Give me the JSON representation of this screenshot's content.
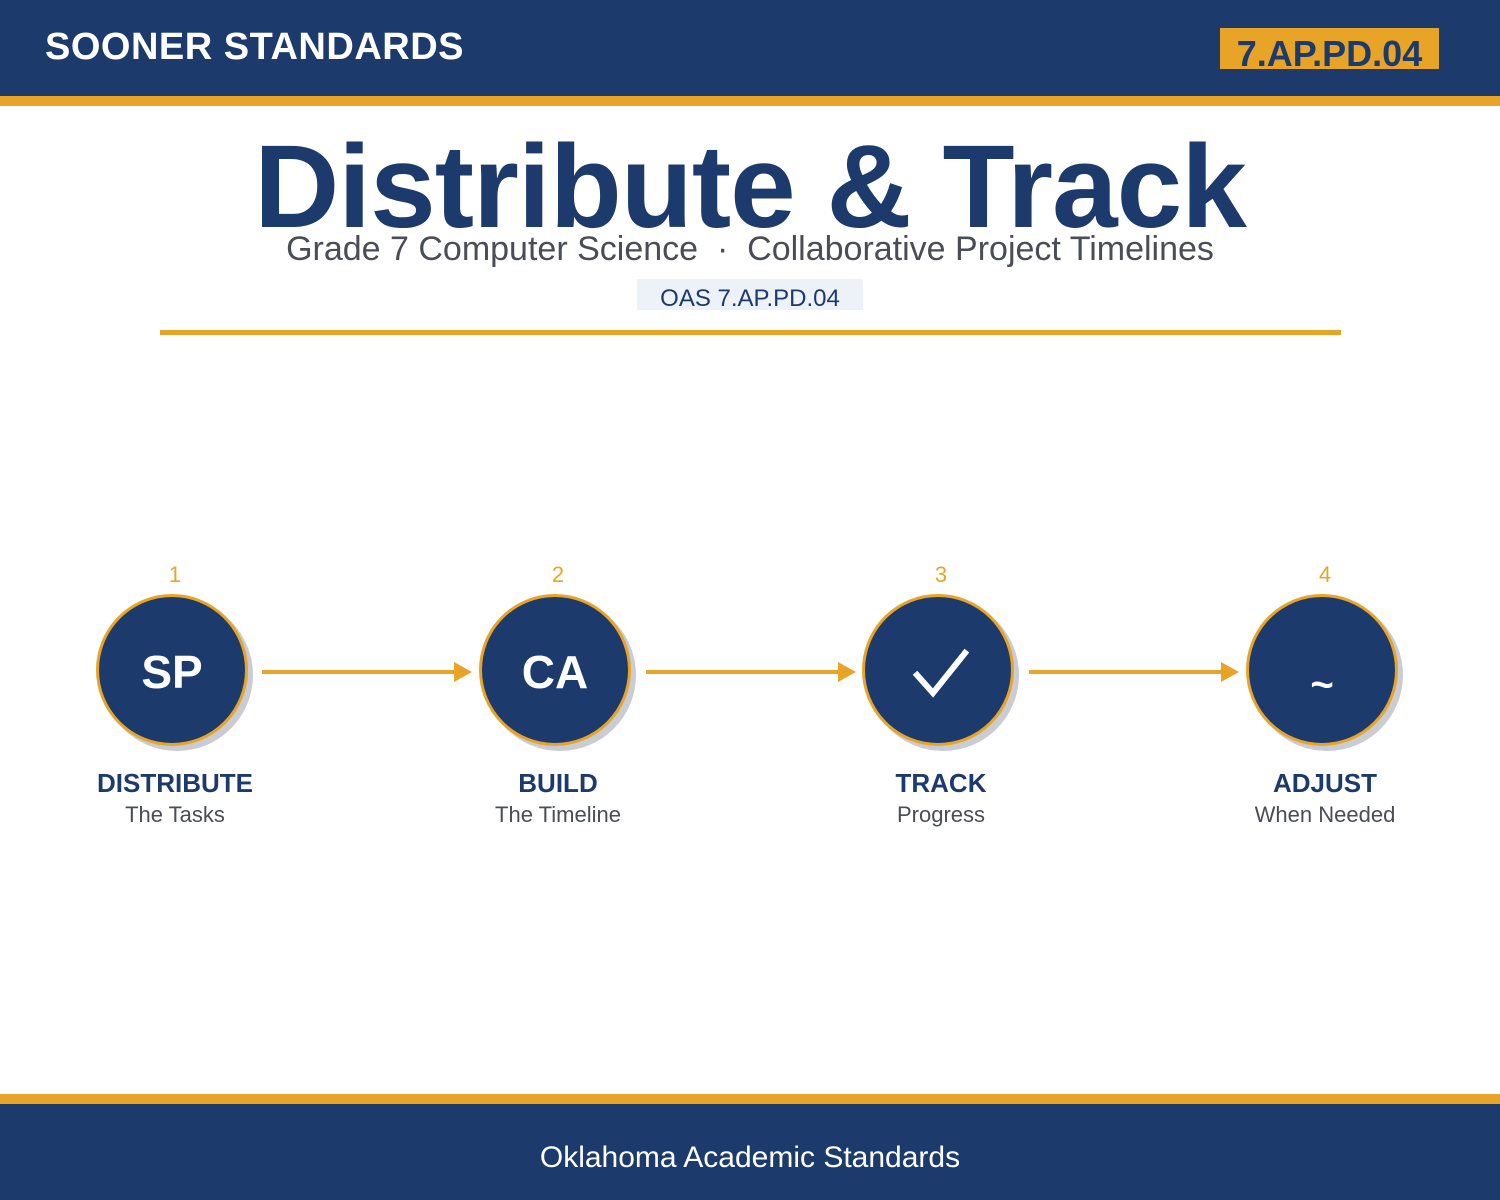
{
  "header": {
    "brand": "SOONER STANDARDS",
    "code": "7.AP.PD.04"
  },
  "hero": {
    "title": "Distribute & Track",
    "subtitle": "Grade 7 Computer Science  ·  Collaborative Project Timelines",
    "standard": "OAS 7.AP.PD.04"
  },
  "steps": [
    {
      "number": "1",
      "icon_text": "SP",
      "title": "DISTRIBUTE",
      "subtitle": "The Tasks"
    },
    {
      "number": "2",
      "icon_text": "CA",
      "title": "BUILD",
      "subtitle": "The Timeline"
    },
    {
      "number": "3",
      "icon": "checkmark-icon",
      "title": "TRACK",
      "subtitle": "Progress"
    },
    {
      "number": "4",
      "icon_text": "~",
      "title": "ADJUST",
      "subtitle": "When Needed"
    }
  ],
  "footer": {
    "text": "Oklahoma Academic Standards"
  },
  "colors": {
    "navy": "#1d3a6c",
    "gold": "#e8a427",
    "gray_text": "#4a4d55"
  }
}
